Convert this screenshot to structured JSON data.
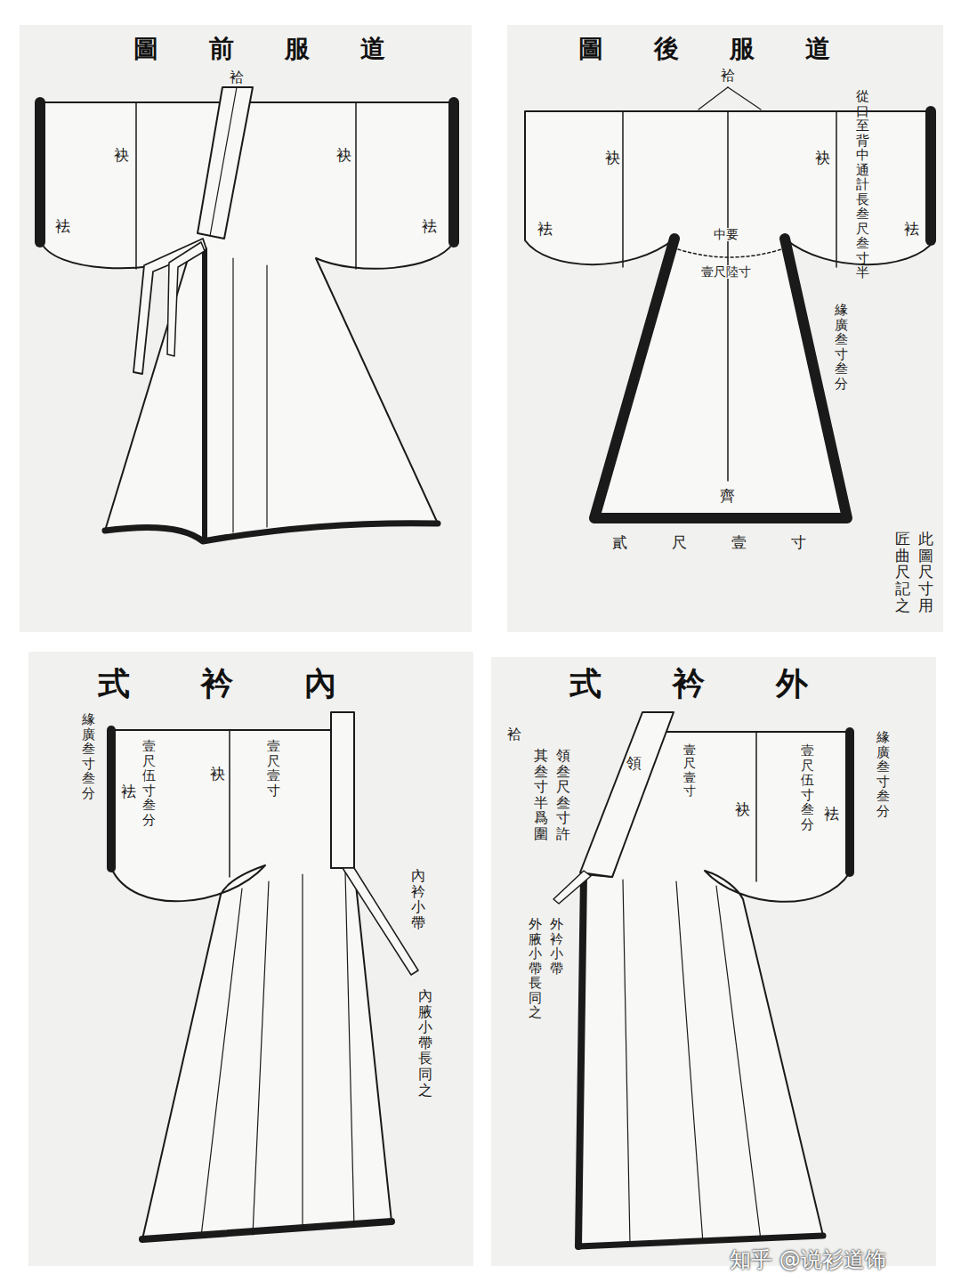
{
  "diagram": {
    "labels": [
      "道服前圖",
      "袷",
      "袂",
      "袂",
      "袪",
      "袪",
      "道服後圖",
      "袷",
      "從口至背中通計長叁尺叁寸半",
      "袂",
      "袂",
      "袪",
      "袪",
      "中要",
      "壹尺陸寸",
      "緣廣叁寸叁分",
      "齊",
      "貳尺壹寸",
      "此圖尺寸用",
      "匠曲尺記之",
      "內衿式",
      "緣廣叁寸叁分",
      "壹尺伍寸叁分",
      "袪",
      "袂",
      "壹尺壹寸",
      "內衿小帶",
      "內腋小帶長同之",
      "外衿式",
      "領",
      "壹尺壹寸",
      "壹尺伍寸叁分",
      "袪",
      "袂",
      "緣廣叁寸叁分",
      "領叁尺叁寸許",
      "其叁寸半爲圍",
      "袷",
      "外衿小帶",
      "外腋小帶長同之",
      "知乎 @说衫道饰"
    ]
  }
}
